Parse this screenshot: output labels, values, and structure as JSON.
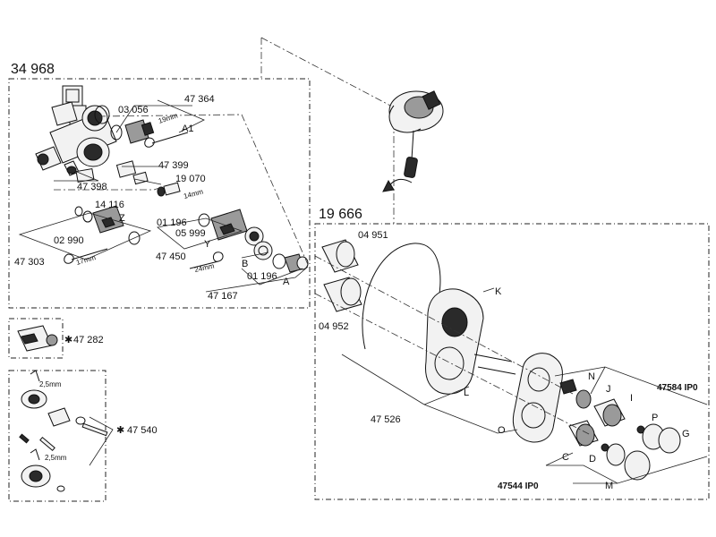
{
  "sections": {
    "valve_body": "34 968",
    "trim_set": "19 666"
  },
  "labels": {
    "p47364": "47 364",
    "p03056": "03 056",
    "a1": "A1",
    "dim19": "19mm",
    "p47399": "47 399",
    "p47398": "47 398",
    "p19070": "19 070",
    "dim14": "14mm",
    "p14116": "14 116",
    "p01196a": "01 196",
    "z": "Z",
    "p05999": "05 999",
    "y": "Y",
    "p02990": "02 990",
    "p47303": "47 303",
    "dim17": "17mm",
    "p47450": "47 450",
    "dim24": "24mm",
    "b": "B",
    "p01196b": "01 196",
    "a": "A",
    "p47167": "47 167",
    "p47282": "47 282",
    "p47540": "47 540",
    "dim25a": "2,5mm",
    "dim25b": "2,5mm",
    "p04951": "04 951",
    "p04952": "04 952",
    "k": "K",
    "n": "N",
    "j": "J",
    "i": "I",
    "p47584": "47584 IP0",
    "l": "L",
    "p": "P",
    "g": "G",
    "p47526": "47 526",
    "o": "O",
    "c": "C",
    "d": "D",
    "p47544": "47544 IP0",
    "m": "M"
  }
}
